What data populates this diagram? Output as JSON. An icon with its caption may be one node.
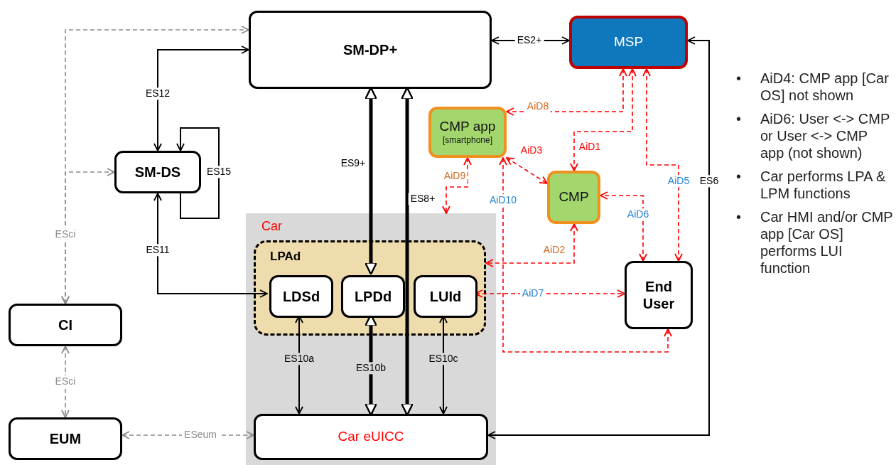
{
  "diagram": {
    "nodes": [
      {
        "text": [
          "SM-DP+"
        ]
      },
      {
        "text": [
          "MSP"
        ]
      },
      {
        "text": [
          "CMP app",
          "[smartphone]"
        ]
      },
      {
        "text": [
          "SM-DS"
        ]
      },
      {
        "text": [
          "CMP"
        ]
      },
      {
        "text": [
          "Car"
        ]
      },
      {
        "text": [
          "LPAd"
        ],
        "in": 5
      },
      {
        "text": [
          "LDSd"
        ],
        "in": 6
      },
      {
        "text": [
          "LPDd"
        ],
        "in": 6
      },
      {
        "text": [
          "LUId"
        ],
        "in": 6
      },
      {
        "text": [
          "End User"
        ]
      },
      {
        "text": [
          "CI"
        ]
      },
      {
        "text": [
          "Car eUICC"
        ],
        "in": 5
      },
      {
        "text": [
          "EUM"
        ]
      }
    ],
    "edges": [
      {
        "from": 11,
        "to": 0,
        "arrow": "both",
        "label": "ESci",
        "style": "dashed",
        "color": "#8c8c8c"
      },
      {
        "from": 11,
        "to": 3,
        "arrow": "both",
        "style": "dashed",
        "color": "#8c8c8c"
      },
      {
        "from": 3,
        "to": 0,
        "arrow": "both",
        "label": "ES12"
      },
      {
        "from": 3,
        "to": 3,
        "arrow": "to",
        "label": "ES15"
      },
      {
        "from": 7,
        "to": 3,
        "arrow": "both",
        "label": "ES11"
      },
      {
        "from": 0,
        "to": 1,
        "arrow": "both",
        "label": "ES2+"
      },
      {
        "from": 1,
        "to": 12,
        "arrow": "both",
        "label": "ES6"
      },
      {
        "from": 0,
        "to": 8,
        "arrow": "both",
        "label": "ES9+",
        "style": "thick"
      },
      {
        "from": 0,
        "to": 12,
        "arrow": "both",
        "label": "ES8+",
        "style": "thick"
      },
      {
        "from": 7,
        "to": 12,
        "arrow": "both",
        "label": "ES10a"
      },
      {
        "from": 8,
        "to": 12,
        "arrow": "both",
        "label": "ES10b",
        "style": "thick"
      },
      {
        "from": 9,
        "to": 12,
        "arrow": "both",
        "label": "ES10c"
      },
      {
        "from": 11,
        "to": 13,
        "arrow": "both",
        "label": "ESci",
        "style": "dashed",
        "color": "#8c8c8c"
      },
      {
        "from": 13,
        "to": 12,
        "arrow": "both",
        "label": "ESeum",
        "style": "dashed",
        "color": "#8c8c8c"
      },
      {
        "from": 1,
        "to": 2,
        "arrow": "both",
        "label": "AiD8",
        "style": "dashed",
        "color": "#ff0000"
      },
      {
        "from": 1,
        "to": 4,
        "arrow": "both",
        "label": "AiD1",
        "style": "dashed",
        "color": "#ff0000"
      },
      {
        "from": 1,
        "to": 10,
        "arrow": "both",
        "label": "AiD5",
        "style": "dashed",
        "color": "#ff0000"
      },
      {
        "from": 2,
        "to": 4,
        "arrow": "both",
        "label": "AiD3",
        "style": "dashed",
        "color": "#ff0000"
      },
      {
        "from": 2,
        "to": 5,
        "arrow": "both",
        "label": "AiD9",
        "style": "dashed",
        "color": "#ff0000"
      },
      {
        "from": 2,
        "to": 10,
        "arrow": "both",
        "label": "AiD10",
        "style": "dashed",
        "color": "#ff0000"
      },
      {
        "from": 10,
        "to": 4,
        "arrow": "both",
        "label": "AiD6",
        "style": "dashed",
        "color": "#ff0000"
      },
      {
        "from": 4,
        "to": 6,
        "arrow": "both",
        "label": "AiD2",
        "style": "dashed",
        "color": "#ff0000"
      },
      {
        "from": 9,
        "to": 10,
        "arrow": "both",
        "label": "AiD7",
        "style": "dashed",
        "color": "#ff0000"
      }
    ],
    "labels": [
      "•",
      "AiD4: CMP app [Car OS] not shown",
      "•",
      "AiD6: User <-> CMP or User <-> CMP app (not shown)",
      "•",
      "Car performs LPA & LPM functions",
      "•",
      "Car HMI and/or CMP app [Car OS] performs LUI function"
    ]
  }
}
